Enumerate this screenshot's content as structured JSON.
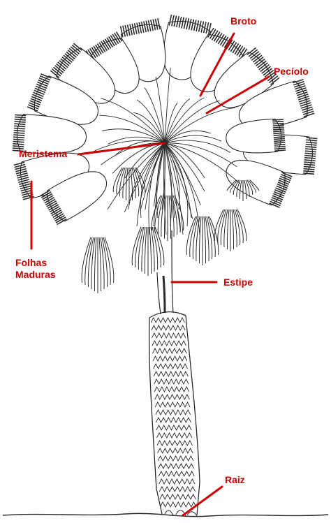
{
  "colors": {
    "label": "#cc0000",
    "ink": "#2a2a2a",
    "background": "#ffffff"
  },
  "labels": {
    "broto": "Broto",
    "peciolo": "Pecíolo",
    "meristema": "Meristema",
    "folhas_line1": "Folhas",
    "folhas_line2": "Maduras",
    "estipe": "Estipe",
    "raiz": "Raiz"
  }
}
